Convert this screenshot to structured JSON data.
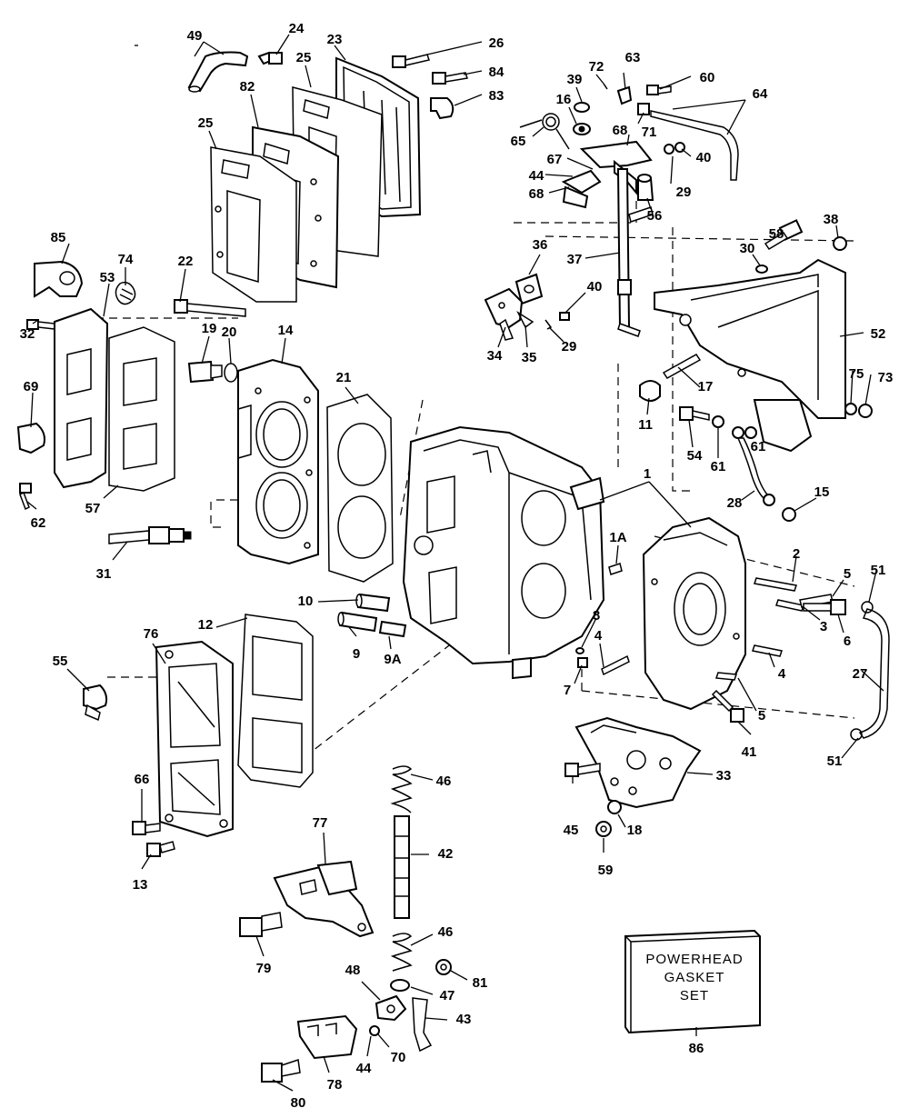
{
  "callouts": {
    "c1": "1",
    "c1a": "1A",
    "c2": "2",
    "c3": "3",
    "c4a": "4",
    "c4b": "4",
    "c5a": "5",
    "c5b": "5",
    "c6": "6",
    "c7": "7",
    "c8": "8",
    "c9": "9",
    "c9a": "9A",
    "c10": "10",
    "c11": "11",
    "c12": "12",
    "c13": "13",
    "c14": "14",
    "c15": "15",
    "c16": "16",
    "c17": "17",
    "c18": "18",
    "c19": "19",
    "c20": "20",
    "c21": "21",
    "c22": "22",
    "c23": "23",
    "c24": "24",
    "c25a": "25",
    "c25b": "25",
    "c26": "26",
    "c27": "27",
    "c28": "28",
    "c29a": "29",
    "c29b": "29",
    "c30": "30",
    "c31": "31",
    "c32": "32",
    "c33": "33",
    "c34": "34",
    "c35": "35",
    "c36": "36",
    "c37": "37",
    "c38": "38",
    "c39": "39",
    "c40a": "40",
    "c40b": "40",
    "c41": "41",
    "c42": "42",
    "c43": "43",
    "c44a": "44",
    "c44b": "44",
    "c45": "45",
    "c46a": "46",
    "c46b": "46",
    "c47": "47",
    "c48": "48",
    "c49": "49",
    "c51a": "51",
    "c51b": "51",
    "c52": "52",
    "c53": "53",
    "c54": "54",
    "c55": "55",
    "c56": "56",
    "c57": "57",
    "c58": "58",
    "c59": "59",
    "c60": "60",
    "c61a": "61",
    "c61b": "61",
    "c62": "62",
    "c63": "63",
    "c64": "64",
    "c65": "65",
    "c66": "66",
    "c67": "67",
    "c68a": "68",
    "c68b": "68",
    "c69": "69",
    "c70": "70",
    "c71": "71",
    "c72": "72",
    "c73": "73",
    "c74": "74",
    "c75": "75",
    "c76": "76",
    "c77": "77",
    "c78": "78",
    "c79": "79",
    "c80": "80",
    "c81": "81",
    "c82": "82",
    "c83": "83",
    "c84": "84",
    "c85": "85",
    "c86": "86"
  },
  "gasket_set_box": {
    "line1": "POWERHEAD",
    "line2": "GASKET",
    "line3": "SET"
  }
}
